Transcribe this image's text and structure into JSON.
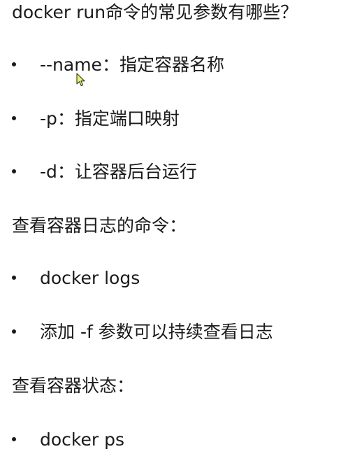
{
  "blocks": {
    "q1": "docker run命令的常见参数有哪些？",
    "q1_items": [
      "--name：指定容器名称",
      "-p：指定端口映射",
      "-d：让容器后台运行"
    ],
    "q2": "查看容器日志的命令：",
    "q2_items": [
      "docker logs",
      "添加 -f 参数可以持续查看日志"
    ],
    "q3": "查看容器状态：",
    "q3_items": [
      "docker ps"
    ]
  },
  "colors": {
    "text": "#1a1a1a",
    "background": "#ffffff",
    "cursor_fill": "#e8f07a"
  }
}
